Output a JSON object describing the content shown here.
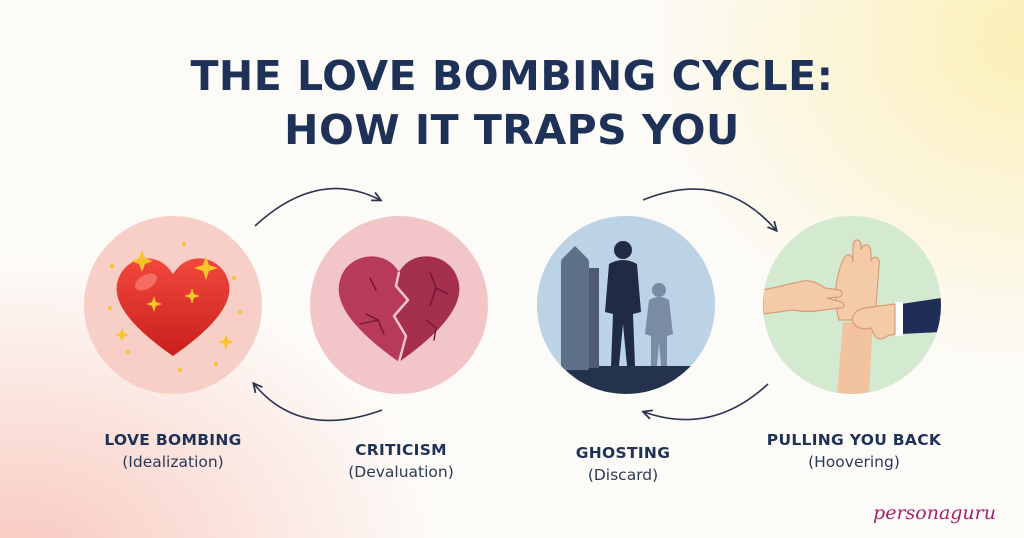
{
  "title": {
    "line1": "THE LOVE BOMBING CYCLE:",
    "line2": "HOW IT TRAPS YOU"
  },
  "stages": [
    {
      "name": "LOVE BOMBING",
      "subtitle": "(Idealization)",
      "icon": "sparkling-heart-icon"
    },
    {
      "name": "CRITICISM",
      "subtitle": "(Devaluation)",
      "icon": "cracked-heart-icon"
    },
    {
      "name": "GHOSTING",
      "subtitle": "(Discard)",
      "icon": "walking-away-silhouette-icon"
    },
    {
      "name": "PULLING YOU BACK",
      "subtitle": "(Hoovering)",
      "icon": "grabbing-hands-icon"
    }
  ],
  "brand": "personaguru",
  "colors": {
    "title": "#1e3258",
    "heart_red": "#e53228",
    "cracked_heart": "#b83a5a",
    "brand": "#a8226a"
  }
}
